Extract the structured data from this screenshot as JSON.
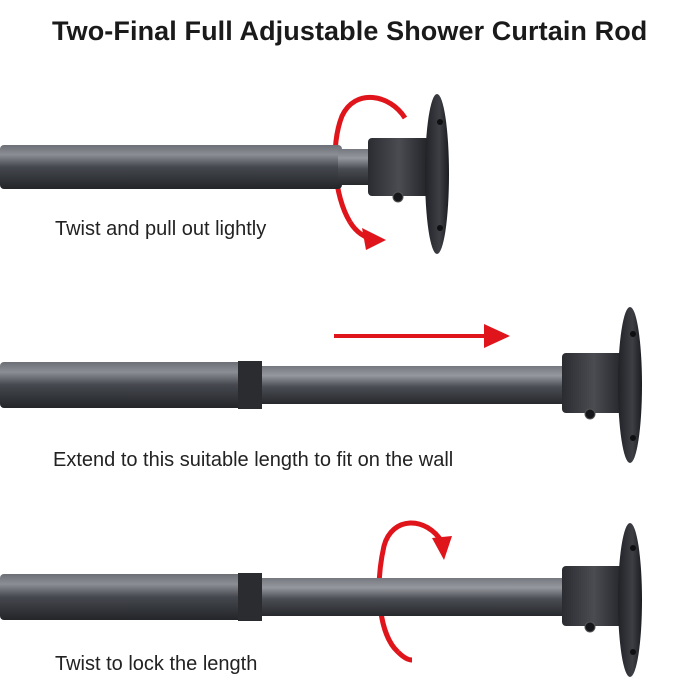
{
  "title": "Two-Final Full Adjustable Shower Curtain Rod",
  "steps": [
    {
      "caption": "Twist and pull out lightly",
      "icon": "twist-arrow-icon"
    },
    {
      "caption": "Extend to this suitable length to fit on the wall",
      "icon": "extend-arrow-icon"
    },
    {
      "caption": "Twist to lock the length",
      "icon": "twist-arrow-icon"
    }
  ],
  "colors": {
    "rod": "#3d3f44",
    "bracket": "#2e3035",
    "arrow": "#e0141b",
    "text": "#222222"
  }
}
